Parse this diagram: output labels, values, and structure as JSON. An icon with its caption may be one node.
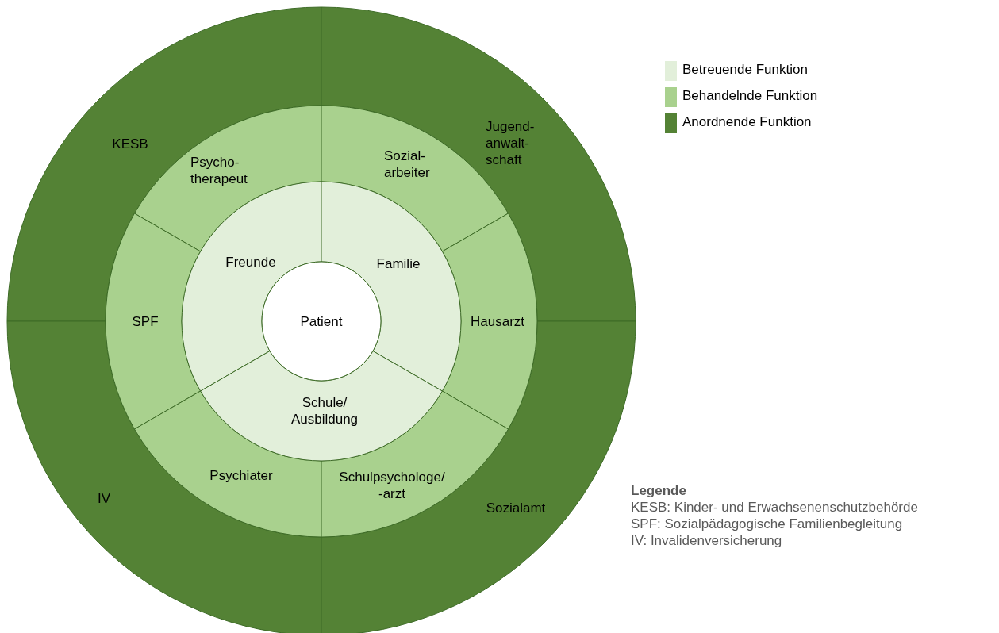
{
  "diagram": {
    "nodes": [
      {
        "text": [
          "KESB"
        ]
      },
      {
        "text": [
          "Jugend- anwalt- schaft"
        ]
      },
      {
        "text": [
          "Psycho- therapeut"
        ]
      },
      {
        "text": [
          "Sozial- arbeiter"
        ]
      },
      {
        "text": [
          "Freunde"
        ]
      },
      {
        "text": [
          "Familie"
        ]
      },
      {
        "text": [
          "SPF"
        ]
      },
      {
        "text": [
          "Patient"
        ]
      },
      {
        "text": [
          "Hausarzt"
        ]
      },
      {
        "text": [
          "Schule/ Ausbildung"
        ]
      },
      {
        "text": [
          "Psychiater"
        ]
      },
      {
        "text": [
          "Schulpsychologe/ -arzt"
        ]
      },
      {
        "text": [
          "IV"
        ]
      },
      {
        "text": [
          "Sozialamt"
        ]
      }
    ],
    "edges": [],
    "labels": [
      "Legende",
      "KESB: Kinder- und Erwachsenenschutzbehörde",
      "SPF: Sozialpädagogische Familienbegleitung",
      "IV: Invalidenversicherung"
    ],
    "legend": [
      {
        "text": "Betreuende Funktion",
        "color": "#e2efda"
      },
      {
        "text": "Behandelnde Funktion",
        "color": "#a9d18e"
      },
      {
        "text": "Anordnende Funktion",
        "color": "#548235"
      }
    ]
  }
}
